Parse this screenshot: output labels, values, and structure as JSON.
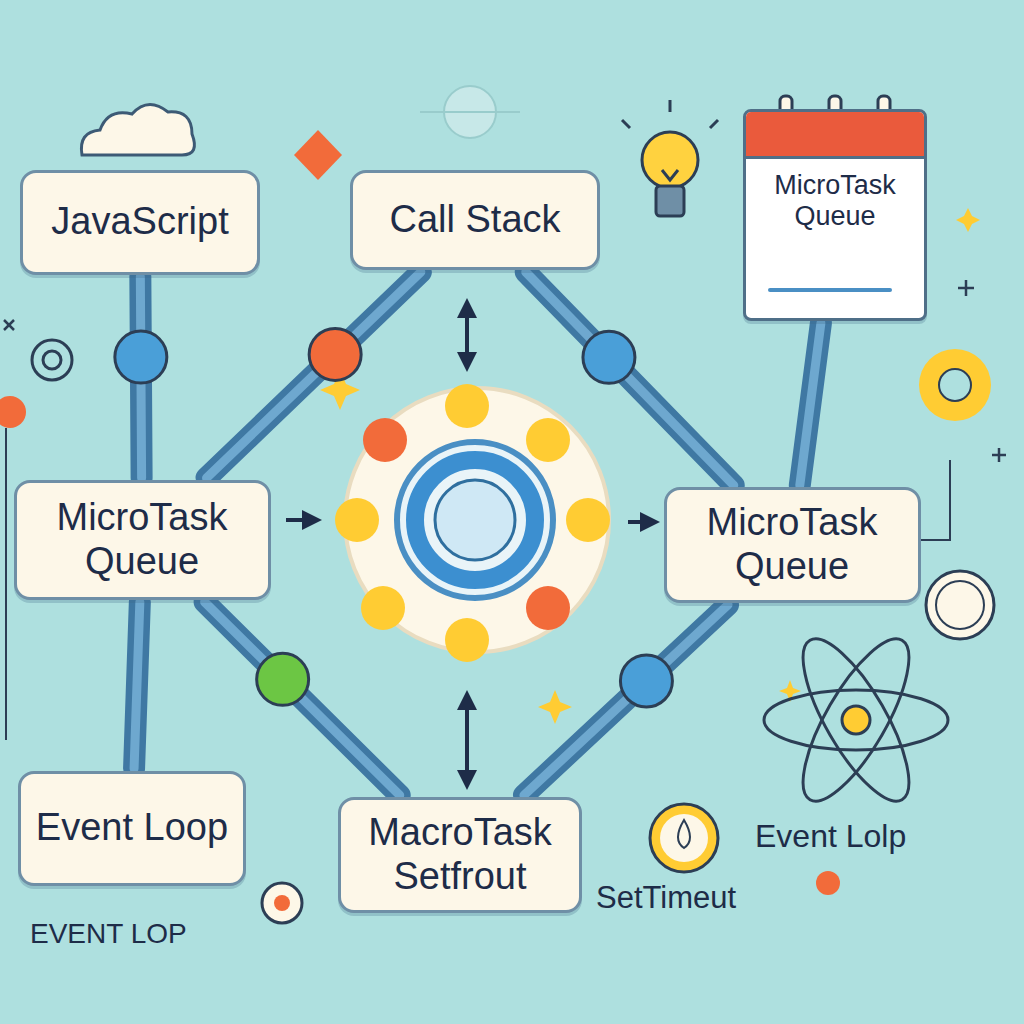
{
  "diagram": {
    "nodes": [
      {
        "text": [
          "JavaScript"
        ]
      },
      {
        "text": [
          "Call Stack"
        ]
      },
      {
        "text": [
          "MicroTask Queue"
        ]
      },
      {
        "text": [
          "MicroTask Queue"
        ]
      },
      {
        "text": [
          "MicroTask Queue"
        ]
      },
      {
        "text": [
          "Event Loop"
        ]
      },
      {
        "text": [
          "MacroTask Setfrout"
        ]
      }
    ],
    "edges": [
      {
        "from": 0,
        "to": 3,
        "arrow": "none"
      },
      {
        "from": 1,
        "to": 3,
        "arrow": "none"
      },
      {
        "from": 1,
        "to": 4,
        "arrow": "none"
      },
      {
        "from": 2,
        "to": 4,
        "arrow": "none"
      },
      {
        "from": 3,
        "to": 6,
        "arrow": "none"
      },
      {
        "from": 4,
        "to": 6,
        "arrow": "none"
      },
      {
        "from": 3,
        "to": 5,
        "arrow": "none"
      }
    ],
    "labels": [
      "SetTimeut",
      "Event Lolp",
      "EVENT LOP"
    ]
  }
}
